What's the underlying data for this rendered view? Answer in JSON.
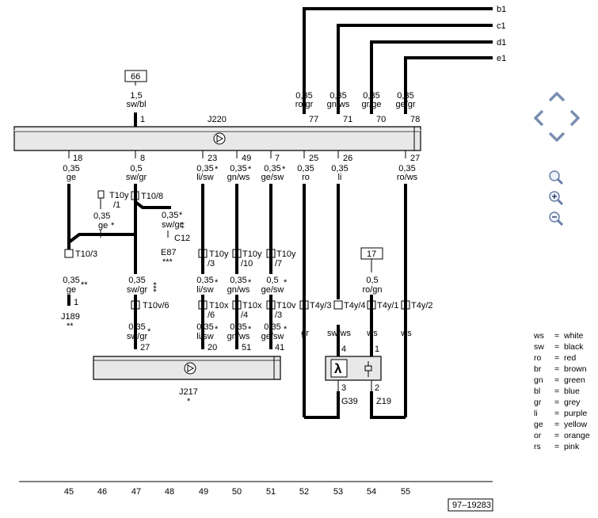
{
  "outputs": [
    "b1",
    "c1",
    "d1",
    "e1"
  ],
  "boxes": {
    "b66": "66",
    "b17": "17"
  },
  "j220": {
    "name": "J220",
    "top_pins": {
      "p1": "1",
      "p77": "77",
      "p71": "71",
      "p70": "70",
      "p78": "78"
    },
    "bottom_pins": {
      "p18": "18",
      "p8": "8",
      "p23": "23",
      "p49": "49",
      "p7": "7",
      "p25": "25",
      "p26": "26",
      "p27": "27"
    }
  },
  "wires_top": {
    "w1": [
      "1,5",
      "sw/bl"
    ],
    "w77": [
      "0,35",
      "ro/gr"
    ],
    "w71": [
      "0,35",
      "gn/ws"
    ],
    "w70": [
      "0,35",
      "gr/ge"
    ],
    "w78": [
      "0,35",
      "ge/gr"
    ]
  },
  "wires_mid": {
    "w18": [
      "0,35",
      "ge"
    ],
    "w8": [
      "0,5",
      "sw/gr"
    ],
    "w23": [
      "0,35",
      "li/sw"
    ],
    "w49": [
      "0,35",
      "gn/ws"
    ],
    "w7": [
      "0,35",
      "ge/sw"
    ],
    "w25": [
      "0,35",
      "ro"
    ],
    "w26": [
      "0,35",
      "li"
    ],
    "w27": [
      "0,35",
      "ro/ws"
    ]
  },
  "t10y1": {
    "c": "T10y",
    "n": "/1"
  },
  "t108": "T10/8",
  "w_aux": [
    "0,35",
    "ge"
  ],
  "w_c12": [
    "0,35",
    "sw/gr"
  ],
  "c12": "C12",
  "e87": "E87",
  "t103": "T10/3",
  "t10y3": {
    "c": "T10y",
    "n": "/3"
  },
  "t10y10": {
    "c": "T10y",
    "n": "/10"
  },
  "t10y7": {
    "c": "T10y",
    "n": "/7"
  },
  "wires_low": {
    "w_j189": [
      "0,35",
      "ge"
    ],
    "w_t10v6": [
      "0,35",
      "sw/gr"
    ],
    "w_t10x6": [
      "0,35",
      "li/sw"
    ],
    "w_t10x4": [
      "0,35",
      "gn/ws"
    ],
    "w_t10v3": [
      "0,5",
      "ge/sw"
    ],
    "w17": [
      "0,5",
      "ro/gn"
    ]
  },
  "j189_pin": "1",
  "j189": "J189",
  "t10v6": "T10v/6",
  "t10x6": {
    "c": "T10x",
    "n": "/6"
  },
  "t10x4": {
    "c": "T10x",
    "n": "/4"
  },
  "t10v3": {
    "c": "T10v",
    "n": "/3"
  },
  "t4y": {
    "a": "T4y/3",
    "b": "T4y/4",
    "c": "T4y/1",
    "d": "T4y/2"
  },
  "wires_j217": {
    "w27": [
      "0,35",
      "sw/gr"
    ],
    "w20": [
      "0,35",
      "li/sw"
    ],
    "w51": [
      "0,35",
      "gn/ws"
    ],
    "w41": [
      "0,35",
      "ge/sw"
    ]
  },
  "j217_pins": {
    "p27": "27",
    "p20": "20",
    "p51": "51",
    "p41": "41"
  },
  "j217": "J217",
  "colors_low": {
    "gr": "gr",
    "sw_ws": "sw/ws",
    "ws1": "ws",
    "ws2": "ws"
  },
  "sensor_pins": {
    "p4": "4",
    "p1": "1",
    "p3": "3",
    "p2": "2"
  },
  "g39": "G39",
  "z19": "Z19",
  "lambda": "λ",
  "stars": {
    "s1": "*",
    "s2": "**",
    "s3": "***"
  },
  "tracks": [
    "45",
    "46",
    "47",
    "48",
    "49",
    "50",
    "51",
    "52",
    "53",
    "54",
    "55"
  ],
  "ref": "97–19283",
  "legend": [
    [
      "ws",
      "white"
    ],
    [
      "sw",
      "black"
    ],
    [
      "ro",
      "red"
    ],
    [
      "br",
      "brown"
    ],
    [
      "gn",
      "green"
    ],
    [
      "bl",
      "blue"
    ],
    [
      "gr",
      "grey"
    ],
    [
      "li",
      "purple"
    ],
    [
      "ge",
      "yellow"
    ],
    [
      "or",
      "orange"
    ],
    [
      "rs",
      "pink"
    ]
  ],
  "icons": [
    "nav-up-icon",
    "nav-left-icon",
    "nav-right-icon",
    "nav-down-icon",
    "magnifier-icon",
    "zoom-in-icon",
    "zoom-out-icon"
  ]
}
